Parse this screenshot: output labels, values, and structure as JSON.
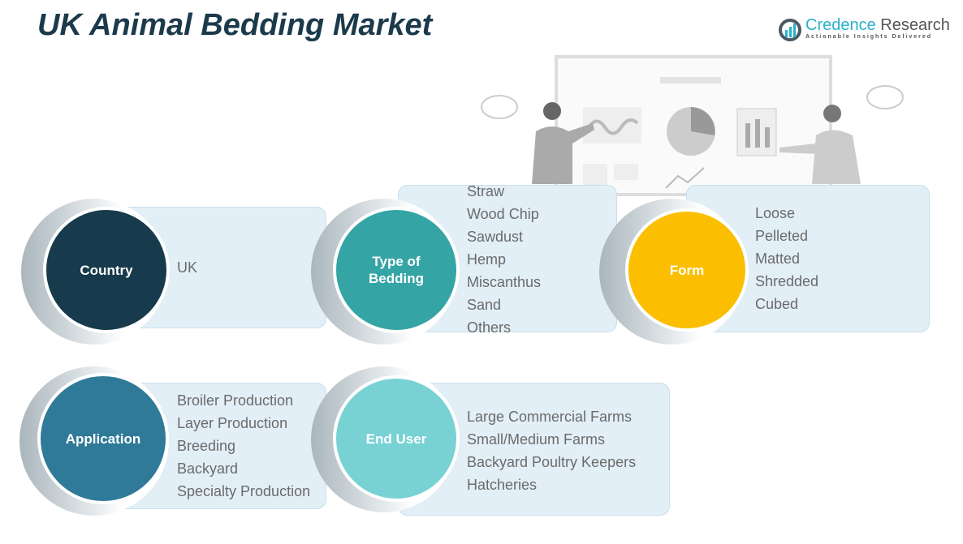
{
  "title": "UK Animal Bedding Market",
  "logo": {
    "name_a": "Credence",
    "name_b": " Research",
    "tagline": "Actionable Insights Delivered"
  },
  "segments": [
    {
      "label": "Country",
      "color": "#173b4c",
      "items": [
        "UK"
      ]
    },
    {
      "label": "Type of Bedding",
      "color": "#35a4a4",
      "items": [
        "Straw",
        "Wood Chip",
        "Sawdust",
        "Hemp",
        "Miscanthus",
        "Sand",
        "Others"
      ]
    },
    {
      "label": "Form",
      "color": "#fbbe00",
      "items": [
        "Loose",
        "Pelleted",
        "Matted",
        "Shredded",
        "Cubed"
      ]
    },
    {
      "label": "Application",
      "color": "#2e7a98",
      "items": [
        "Broiler Production",
        "Layer Production",
        "Breeding",
        "Backyard",
        "Specialty Production"
      ]
    },
    {
      "label": "End User",
      "color": "#78d2d4",
      "items": [
        "Large Commercial Farms",
        "Small/Medium  Farms",
        "Backyard Poultry Keepers",
        "Hatcheries"
      ]
    }
  ]
}
